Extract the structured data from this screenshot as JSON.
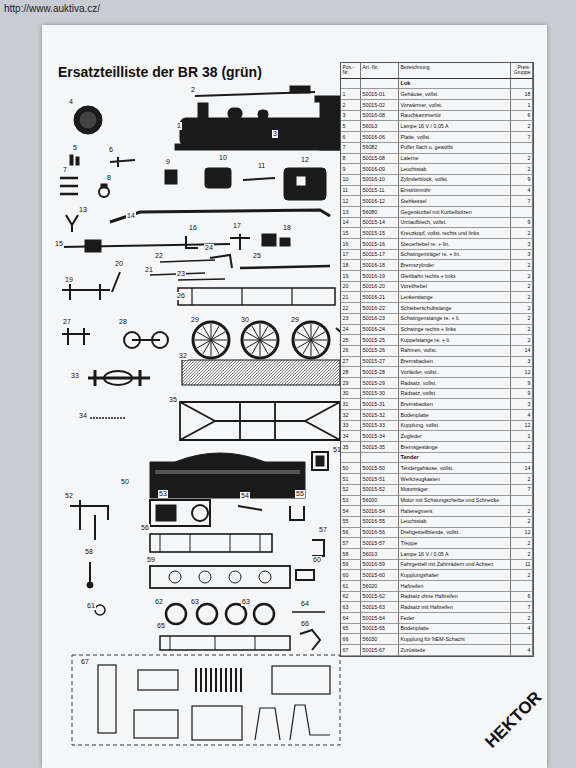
{
  "diagram": {
    "title": "Ersatzteilliste der BR 38 (grün)",
    "labels": [
      "http://www.auktiva.cz/",
      "HEKTOR",
      "1",
      "2",
      "3",
      "4",
      "5",
      "6",
      "7",
      "8",
      "9",
      "10",
      "11",
      "12",
      "13",
      "14",
      "15",
      "16",
      "17",
      "18",
      "19",
      "20",
      "21",
      "22",
      "23",
      "24",
      "25",
      "26",
      "27",
      "28",
      "29",
      "30",
      "29",
      "31",
      "32",
      "33",
      "34",
      "35",
      "50",
      "51",
      "52",
      "53",
      "54",
      "55",
      "56",
      "57",
      "58",
      "59",
      "60",
      "61",
      "62",
      "63",
      "63",
      "64",
      "65",
      "66",
      "67",
      "Pos.-Nr.",
      "Art.-Nr.",
      "Bezeichnung",
      "Preis-Gruppe",
      "Lok",
      "1",
      "50015-01",
      "Gehäuse, vollst.",
      "18",
      "2",
      "50015-02",
      "Vorwärmer, vollst.",
      "1",
      "3",
      "50016-08",
      "Rauchkammertür",
      "6",
      "5",
      "56013",
      "Lampe 16 V / 0,05 A",
      "2",
      "6",
      "50016-06",
      "Platte, vollst.",
      "7",
      "7",
      "56082",
      "Puffer flach u. gewölbt",
      "8",
      "50015-08",
      "Laterne",
      "2",
      "9",
      "50016-09",
      "Leuchtstab",
      "2",
      "10",
      "50016-10",
      "Zylinderblock, vollst.",
      "9",
      "11",
      "50015-11",
      "Einströmrohr",
      "4",
      "12",
      "50016-12",
      "Stehkessel",
      "7",
      "13",
      "56080",
      "Gegenkurbel mit Kurbelbolzen",
      "14",
      "50015-14",
      "Umlaufblech, vollst.",
      "9",
      "15",
      "50015-15",
      "Kreuzkopf, vollst. rechts und links",
      "2",
      "16",
      "50015-16",
      "Steuerhebel re. + lin.",
      "3",
      "17",
      "50015-17",
      "Schwingenträger re. + lin.",
      "3",
      "18",
      "50016-18",
      "Bremszylinder",
      "2",
      "19",
      "50016-19",
      "Gleitbahn rechts + links",
      "2",
      "20",
      "50016-20",
      "Voreilhebel",
      "2",
      "21",
      "50016-21",
      "Lenkerstange",
      "2",
      "22",
      "50016-22",
      "Schieberschubstange",
      "2",
      "23",
      "50016-23",
      "Schwingenstange re. + li.",
      "2",
      "24",
      "50016-24",
      "Schwinge rechts + links",
      "2",
      "25",
      "50015-25",
      "Kuppelstange re. + li.",
      "2",
      "26",
      "50015-26",
      "Rahmen, vollst.",
      "14",
      "27",
      "50015-27",
      "Bremsbacken",
      "3",
      "28",
      "50015-28",
      "Vorläufer, vollst.",
      "12",
      "29",
      "50015-29",
      "Radsatz, vollst.",
      "9",
      "30",
      "50015-30",
      "Radsatz, vollst.",
      "9",
      "31",
      "50015-31",
      "Bremsbacken",
      "3",
      "32",
      "50015-32",
      "Bodenplatte",
      "4",
      "33",
      "50015-33",
      "Kupplung, vollst.",
      "12",
      "34",
      "50015-34",
      "Zugfeder",
      "1",
      "35",
      "50015-35",
      "Bremsgestänge",
      "2",
      "Tender",
      "50",
      "50015-50",
      "Tendergehäuse, vollst.",
      "14",
      "51",
      "50015-51",
      "Werkzeugkasten",
      "2",
      "52",
      "50015-52",
      "Motorträger",
      "7",
      "53",
      "56000",
      "Motor mit Schwungscheibe und Schnecke",
      "54",
      "50016-54",
      "Halteregment",
      "2",
      "55",
      "50016-55",
      "Leuchtstab",
      "2",
      "56",
      "50016-56",
      "Drehgestellblende, vollst.",
      "12",
      "57",
      "50015-57",
      "Treppe",
      "2",
      "58",
      "56013",
      "Lampe 16 V / 0,05 A",
      "2",
      "59",
      "50016-59",
      "Fahrgestell mit Zahnrädern und Achsen",
      "11",
      "60",
      "50015-60",
      "Kupplungshalter",
      "2",
      "61",
      "56020",
      "Haftreifen",
      "62",
      "50015-62",
      "Radsatz ohne Haftreifen",
      "6",
      "63",
      "50015-63",
      "Radsatz mit Haftreifen",
      "7",
      "64",
      "50015-64",
      "Feder",
      "2",
      "65",
      "50015-65",
      "Bodenplatte",
      "4",
      "66",
      "56030",
      "Kupplung für NEM-Schacht",
      "67",
      "50015-67",
      "Zurüstteile",
      "4"
    ]
  }
}
